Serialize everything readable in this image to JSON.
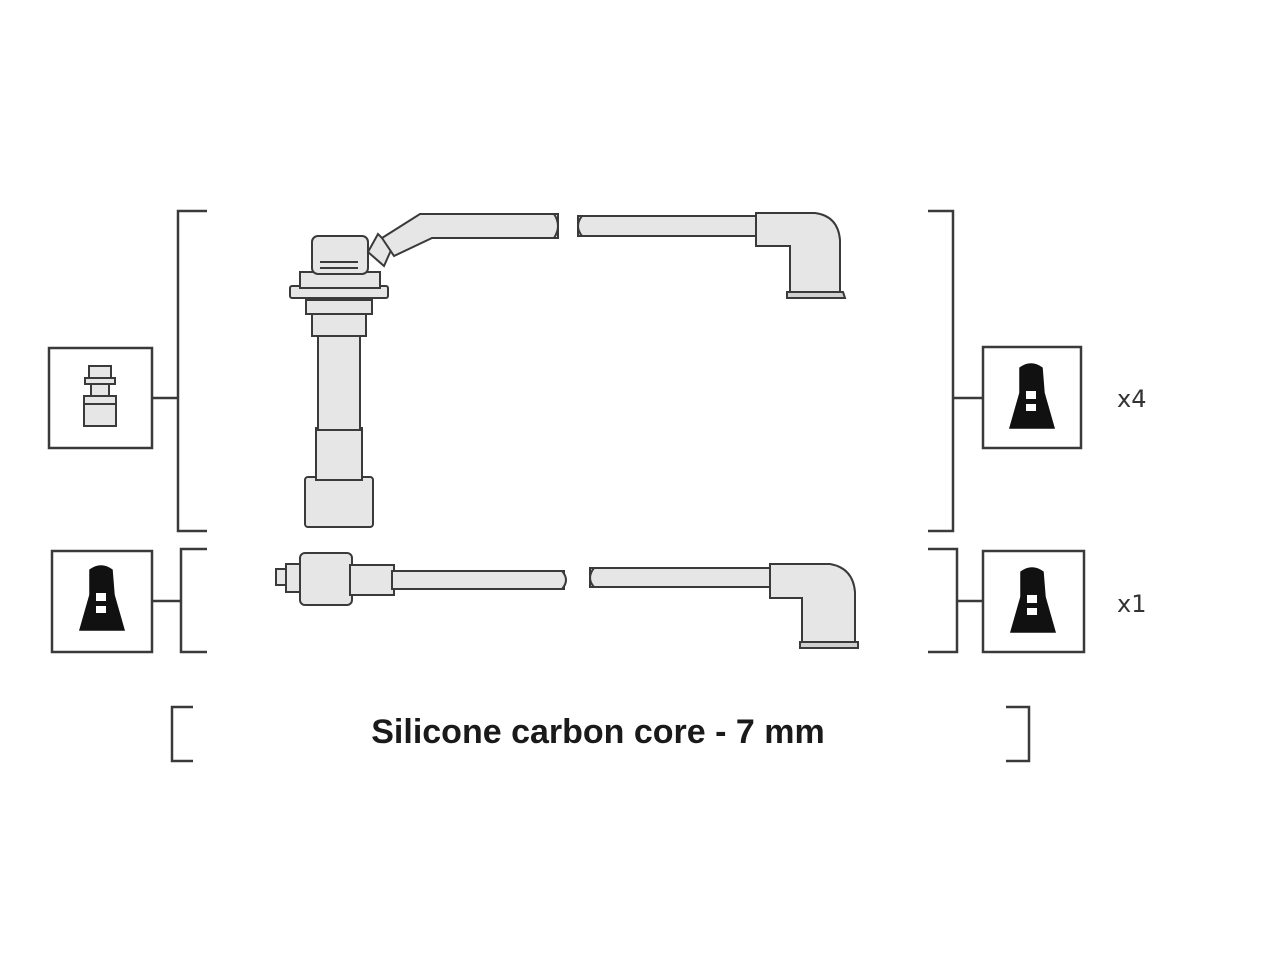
{
  "quantities": {
    "top": "x4",
    "bottom": "x1"
  },
  "core_label": "Silicone carbon core - 7 mm",
  "colors": {
    "part_fill": "#e6e6e6",
    "outline": "#3a3a3a",
    "dark": "#111111",
    "text": "#1a1a1a"
  },
  "icons": {
    "left_top": "distributor-cap-terminal-icon",
    "left_bottom": "spark-plug-boot-icon",
    "right_top": "spark-plug-boot-icon",
    "right_bottom": "spark-plug-boot-icon"
  }
}
